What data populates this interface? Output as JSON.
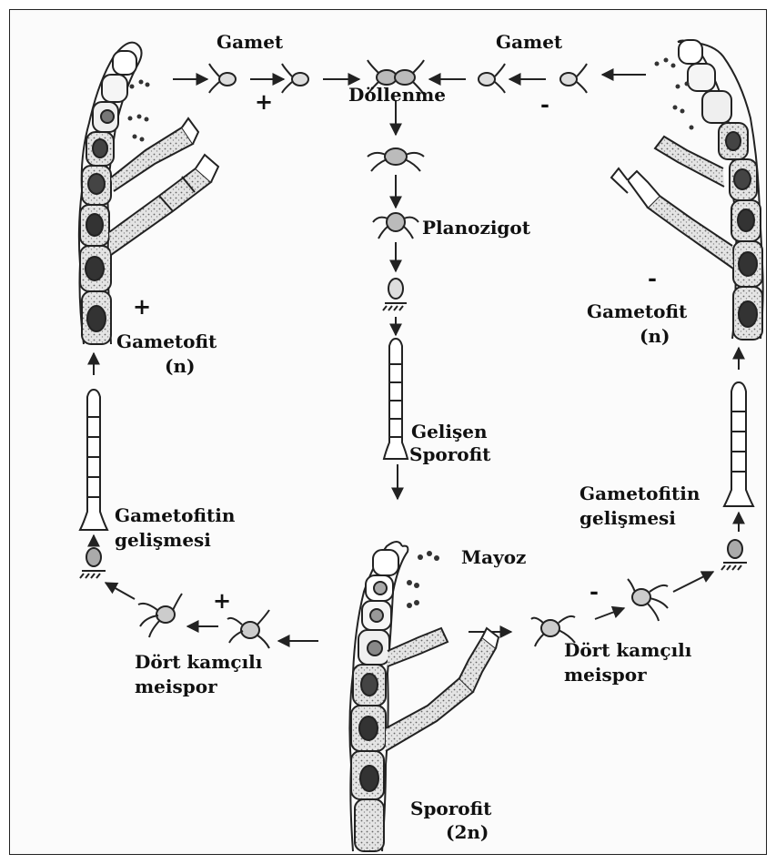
{
  "title": "",
  "labels": {
    "gamet_left": "Gamet",
    "gamet_right": "Gamet",
    "dollenme": "Döllenme",
    "planozigot": "Planozigot",
    "gelisen_sporofit_1": "Gelişen",
    "gelisen_sporofit_2": "Sporofit",
    "gametofit_left_1": "Gametofit",
    "gametofit_left_2": "(n)",
    "gametofit_right_1": "Gametofit",
    "gametofit_right_2": "(n)",
    "gelismesi_left_1": "Gametofitin",
    "gelismesi_left_2": "gelişmesi",
    "gelismesi_right_1": "Gametofitin",
    "gelismesi_right_2": "gelişmesi",
    "mayoz": "Mayoz",
    "meispor_left_1": "Dört kamçılı",
    "meispor_left_2": "meispor",
    "meispor_right_1": "Dört kamçılı",
    "meispor_right_2": "meispor",
    "sporofit_1": "Sporofit",
    "sporofit_2": "(2n)"
  },
  "signs": {
    "gamete_plus": "+",
    "gamete_minus": "-",
    "gametofit_plus": "+",
    "gametofit_minus": "-",
    "meispor_plus": "+",
    "meispor_minus": "-"
  }
}
